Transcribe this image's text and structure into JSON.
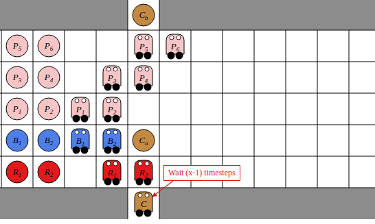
{
  "diagram": {
    "nodes": [
      {
        "text": [
          "Cb"
        ]
      },
      {
        "text": [
          "P5"
        ]
      },
      {
        "text": [
          "P6"
        ]
      },
      {
        "text": [
          "P5"
        ]
      },
      {
        "text": [
          "P6"
        ]
      },
      {
        "text": [
          "P3"
        ]
      },
      {
        "text": [
          "P4"
        ]
      },
      {
        "text": [
          "P3"
        ]
      },
      {
        "text": [
          "P4"
        ]
      },
      {
        "text": [
          "P1"
        ]
      },
      {
        "text": [
          "P2"
        ]
      },
      {
        "text": [
          "P1"
        ]
      },
      {
        "text": [
          "P2"
        ]
      },
      {
        "text": [
          "B1"
        ]
      },
      {
        "text": [
          "B2"
        ]
      },
      {
        "text": [
          "B1"
        ]
      },
      {
        "text": [
          "B2"
        ]
      },
      {
        "text": [
          "Ca"
        ]
      },
      {
        "text": [
          "R1"
        ]
      },
      {
        "text": [
          "R2"
        ]
      },
      {
        "text": [
          "R1"
        ]
      },
      {
        "text": [
          "R2"
        ]
      },
      {
        "text": [
          "Wait (x-1) timesteps"
        ]
      },
      {
        "text": [
          "C"
        ]
      }
    ],
    "edges": [
      {
        "from": 22,
        "to": 23,
        "arrow": "to"
      }
    ]
  }
}
